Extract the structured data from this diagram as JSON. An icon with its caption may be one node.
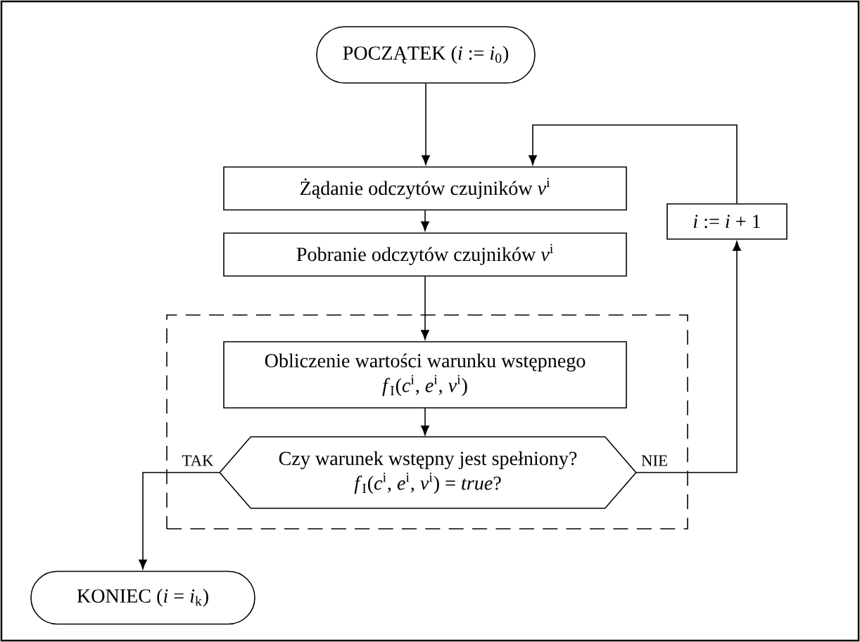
{
  "diagram": {
    "nodes": [
      {
        "text": [
          "POCZĄTEK (*i* := *i*$_{0}$)"
        ]
      },
      {
        "text": [
          "Żądanie odczytów czujników *v*$^{i}$"
        ]
      },
      {
        "text": [
          "*i* := *i* + 1"
        ]
      },
      {
        "text": [
          "Pobranie odczytów czujników *v*$^{i}$"
        ]
      },
      {
        "text": [],
        "shape": "box"
      },
      {
        "text": [
          "Obliczenie wartości warunku wstępnego",
          "*f*$_{I}$(*c*$^{i}$, *e*$^{i}$, *v*$^{i}$)"
        ],
        "in": 4
      },
      {
        "text": [
          "Czy warunek wstępny jest spełniony?",
          "*f*$_{I}$(*c*$^{i}$, *e*$^{i}$, *v*$^{i}$) = *true*?"
        ],
        "in": 4
      },
      {
        "text": [
          "KONIEC (*i* = *i*$_{k}$)"
        ]
      }
    ],
    "edges": [
      {
        "from": 0,
        "to": 1,
        "arrow": "to"
      },
      {
        "from": 1,
        "to": 3,
        "arrow": "to"
      },
      {
        "from": 3,
        "to": 5,
        "arrow": "to"
      },
      {
        "from": 5,
        "to": 6,
        "arrow": "to"
      },
      {
        "from": 6,
        "to": 2,
        "arrow": "to",
        "label": "NIE"
      },
      {
        "from": 2,
        "to": 1,
        "arrow": "to"
      },
      {
        "from": 6,
        "to": 7,
        "arrow": "to",
        "label": "TAK"
      }
    ]
  }
}
